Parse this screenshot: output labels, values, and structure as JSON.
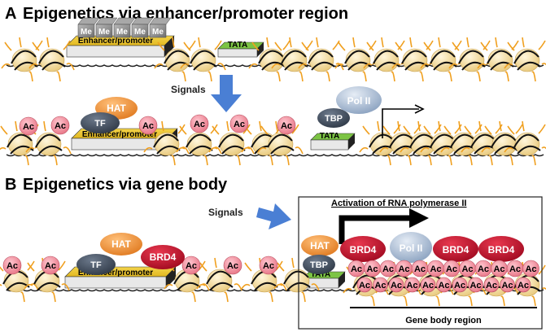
{
  "panel_a": {
    "letter": "A",
    "title": "Epigenetics via enhancer/promoter region"
  },
  "panel_b": {
    "letter": "B",
    "title": "Epigenetics via gene body"
  },
  "labels": {
    "me": "Me",
    "enhancer_promoter": "Enhancer/promoter",
    "tata": "TATA",
    "signals": "Signals",
    "hat": "HAT",
    "tf": "TF",
    "ac": "Ac",
    "tbp": "TBP",
    "pol_ii": "Pol II",
    "brd4": "BRD4",
    "activation": "Activation of RNA polymerase II",
    "gene_body": "Gene body region"
  },
  "colors": {
    "histone": "#f5dc9a",
    "tail": "#f0a020",
    "ac": "#f28a98",
    "hat": "#f08a30",
    "tf": "#404c5c",
    "brd4": "#c8102e",
    "pol_ii": "#9fb3cc",
    "tata": "#7cc444",
    "me": "#8c8c8c",
    "arrow": "#4a7fd4"
  }
}
